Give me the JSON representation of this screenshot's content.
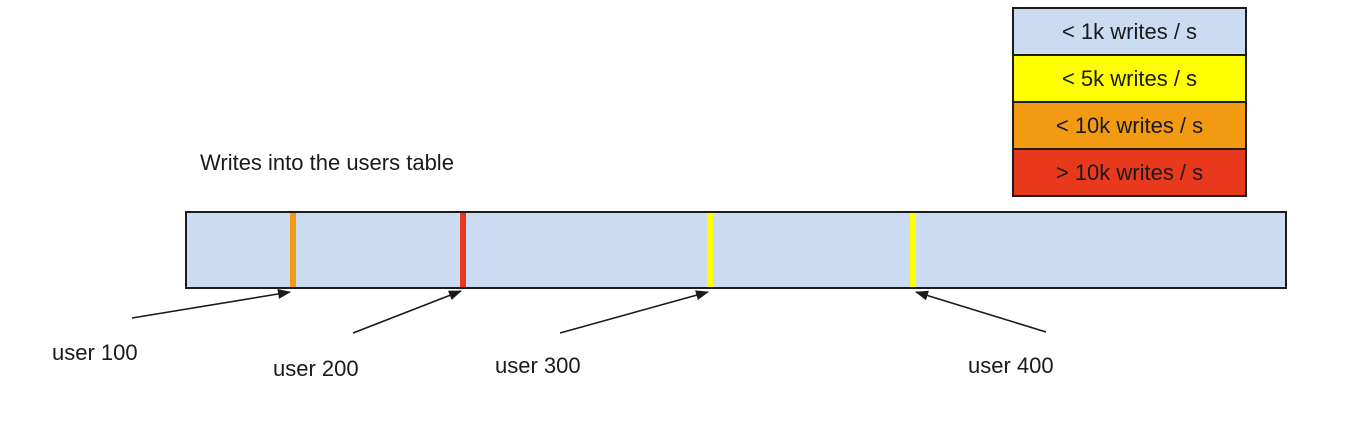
{
  "title": "Writes into the users table",
  "colors": {
    "light_blue": "#cbdcf2",
    "yellow": "#ffff00",
    "orange": "#f29a11",
    "red": "#e8391d",
    "outline": "#1c1c1c"
  },
  "legend": {
    "items": [
      {
        "label": "< 1k writes / s",
        "color": "#cbdcf2"
      },
      {
        "label": "< 5k writes / s",
        "color": "#ffff00"
      },
      {
        "label": "< 10k writes / s",
        "color": "#f29a11"
      },
      {
        "label": "> 10k writes / s",
        "color": "#e8391d"
      }
    ]
  },
  "bar": {
    "fill": "#cbdcf2",
    "stripes": [
      {
        "user": "user 100",
        "rate": "< 10k writes / s",
        "color": "#f29a11"
      },
      {
        "user": "user 200",
        "rate": "> 10k writes / s",
        "color": "#e8391d"
      },
      {
        "user": "user 300",
        "rate": "< 5k writes / s",
        "color": "#ffff00"
      },
      {
        "user": "user 400",
        "rate": "< 5k writes / s",
        "color": "#ffff00"
      }
    ]
  }
}
